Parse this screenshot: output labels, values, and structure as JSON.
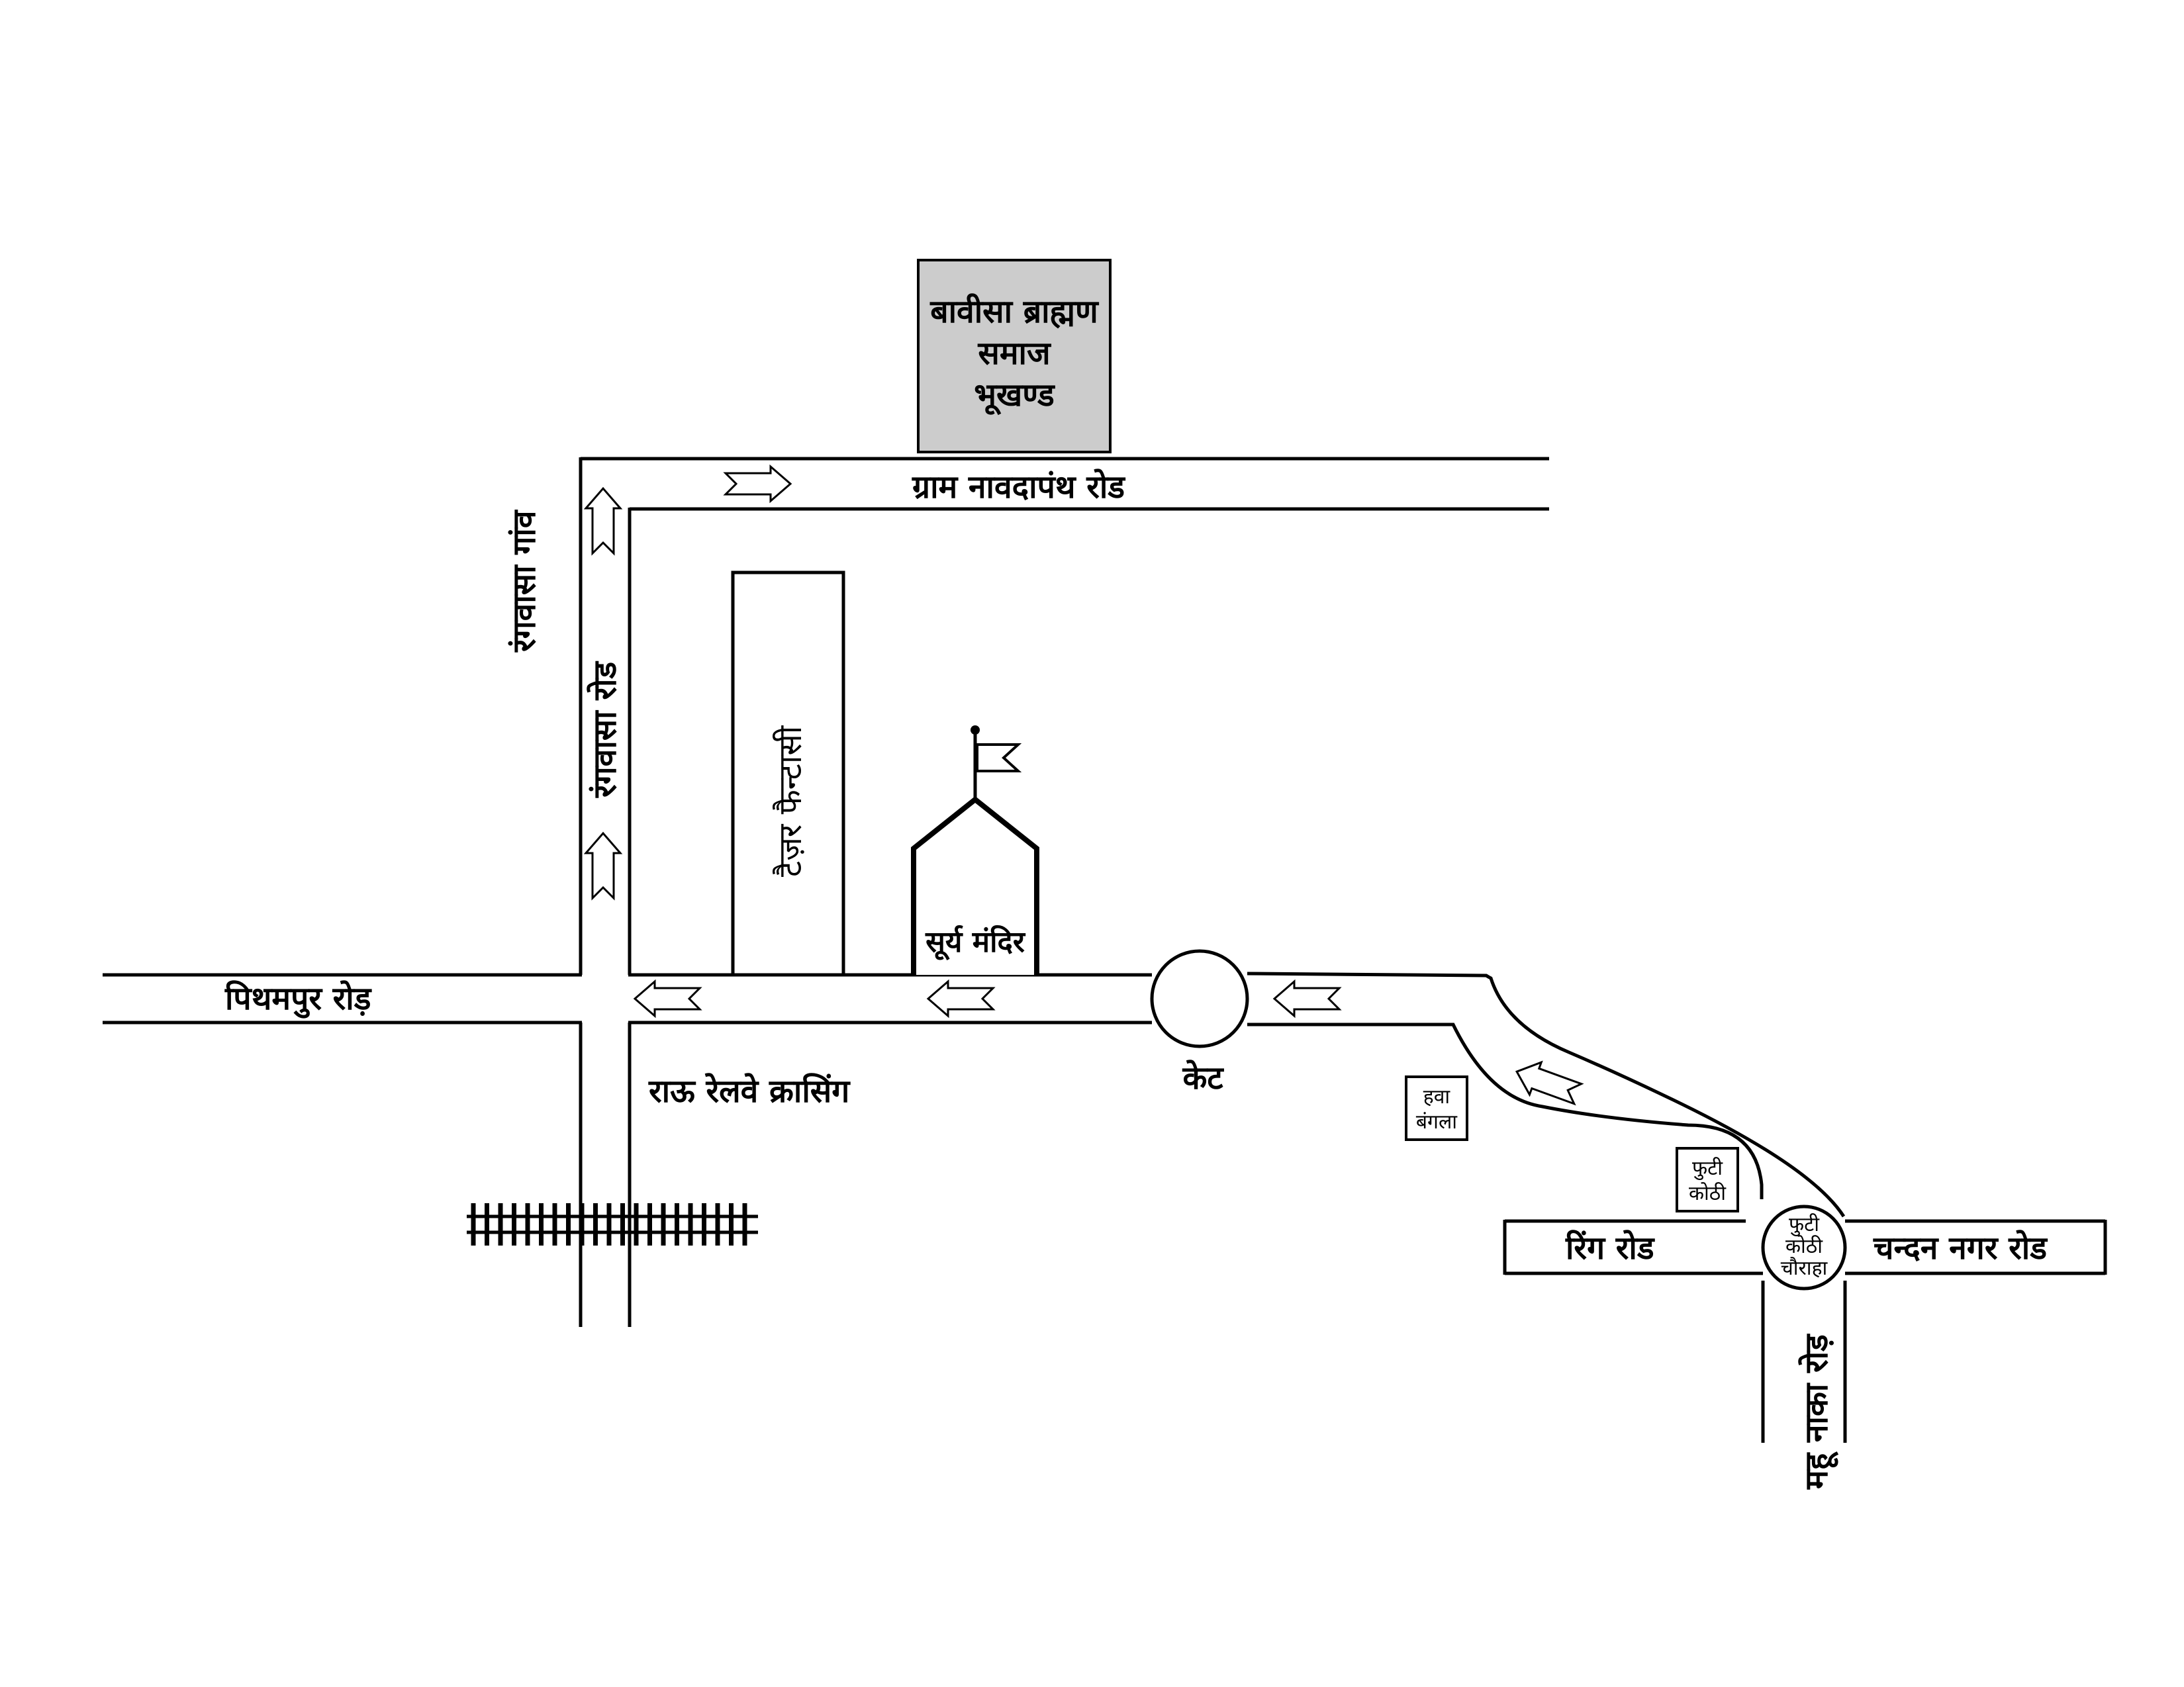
{
  "landmark": {
    "line1": "बावीसा ब्राह्मण",
    "line2": "समाज",
    "line3": "भूखण्ड",
    "fill": "#cccccc"
  },
  "roads": {
    "gram_navdapanth": "ग्राम नावदापंथ रोड",
    "rangwasa_gaon": "रंगवासा गांव",
    "rangwasa_road": "रंगवासा रोड",
    "pithampur_road": "पिथमपुर रोड़",
    "rau_railway_crossing": "राऊ रेलवे क्रासिंग",
    "ring_road": "रिंग रोड",
    "chandan_nagar_road": "चन्दन नगर रोड",
    "mhow_naka_road": "महू नाका रोड़"
  },
  "places": {
    "tower_fantasy": "टैज़र फैन्टासी",
    "surya_mandir": "सूर्य मंदिर",
    "ket": "केट",
    "hawa_bangla_1": "हवा",
    "hawa_bangla_2": "बंगला",
    "futi_kothi_1": "फुटी",
    "futi_kothi_2": "कोठी",
    "chauraha_1": "फुटी",
    "chauraha_2": "कोठी",
    "chauraha_3": "चौराहा"
  },
  "icons": {
    "flag": "flag-icon",
    "arrow": "direction-arrow-icon",
    "railway": "railway-track-icon"
  }
}
